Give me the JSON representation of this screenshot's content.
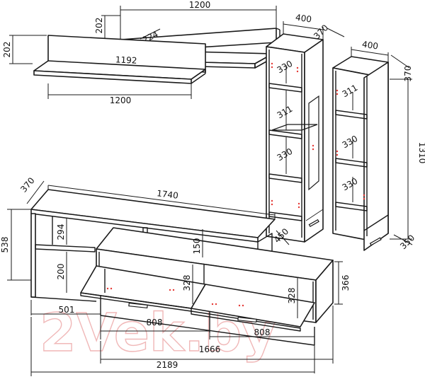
{
  "dimensions": {
    "top_shelf_width": "1200",
    "top_shelf_height": "202",
    "top_shelf_depth": "224",
    "wall_shelf_height": "202",
    "wall_shelf_inner_width": "1192",
    "wall_shelf_width": "1200",
    "left_cabinet_width": "400",
    "left_cabinet_depth": "370",
    "left_cabinet_shelf_top": "330",
    "left_cabinet_shelf_mid": "311",
    "left_cabinet_shelf_low": "330",
    "right_cabinet_width": "400",
    "right_cabinet_depth": "370",
    "right_cabinet_height": "1310",
    "right_cabinet_shelf_top": "311",
    "right_cabinet_shelf_mid": "330",
    "right_cabinet_shelf_low": "330",
    "right_cabinet_base": "350",
    "tv_stand_depth": "370",
    "tv_stand_top_width": "1740",
    "tv_stand_height": "538",
    "tv_stand_upper_niche": "294",
    "tv_stand_lower_niche": "200",
    "tv_stand_mid_niche": "150",
    "tv_stand_side_depth": "450",
    "tv_stand_side_height": "366",
    "drawer_left_height": "328",
    "drawer_right_height": "328",
    "left_section_width": "501",
    "drawer_left_width": "808",
    "drawer_right_width": "808",
    "lower_unit_width": "1666",
    "total_width": "2189"
  },
  "watermark": "2Vek.by"
}
